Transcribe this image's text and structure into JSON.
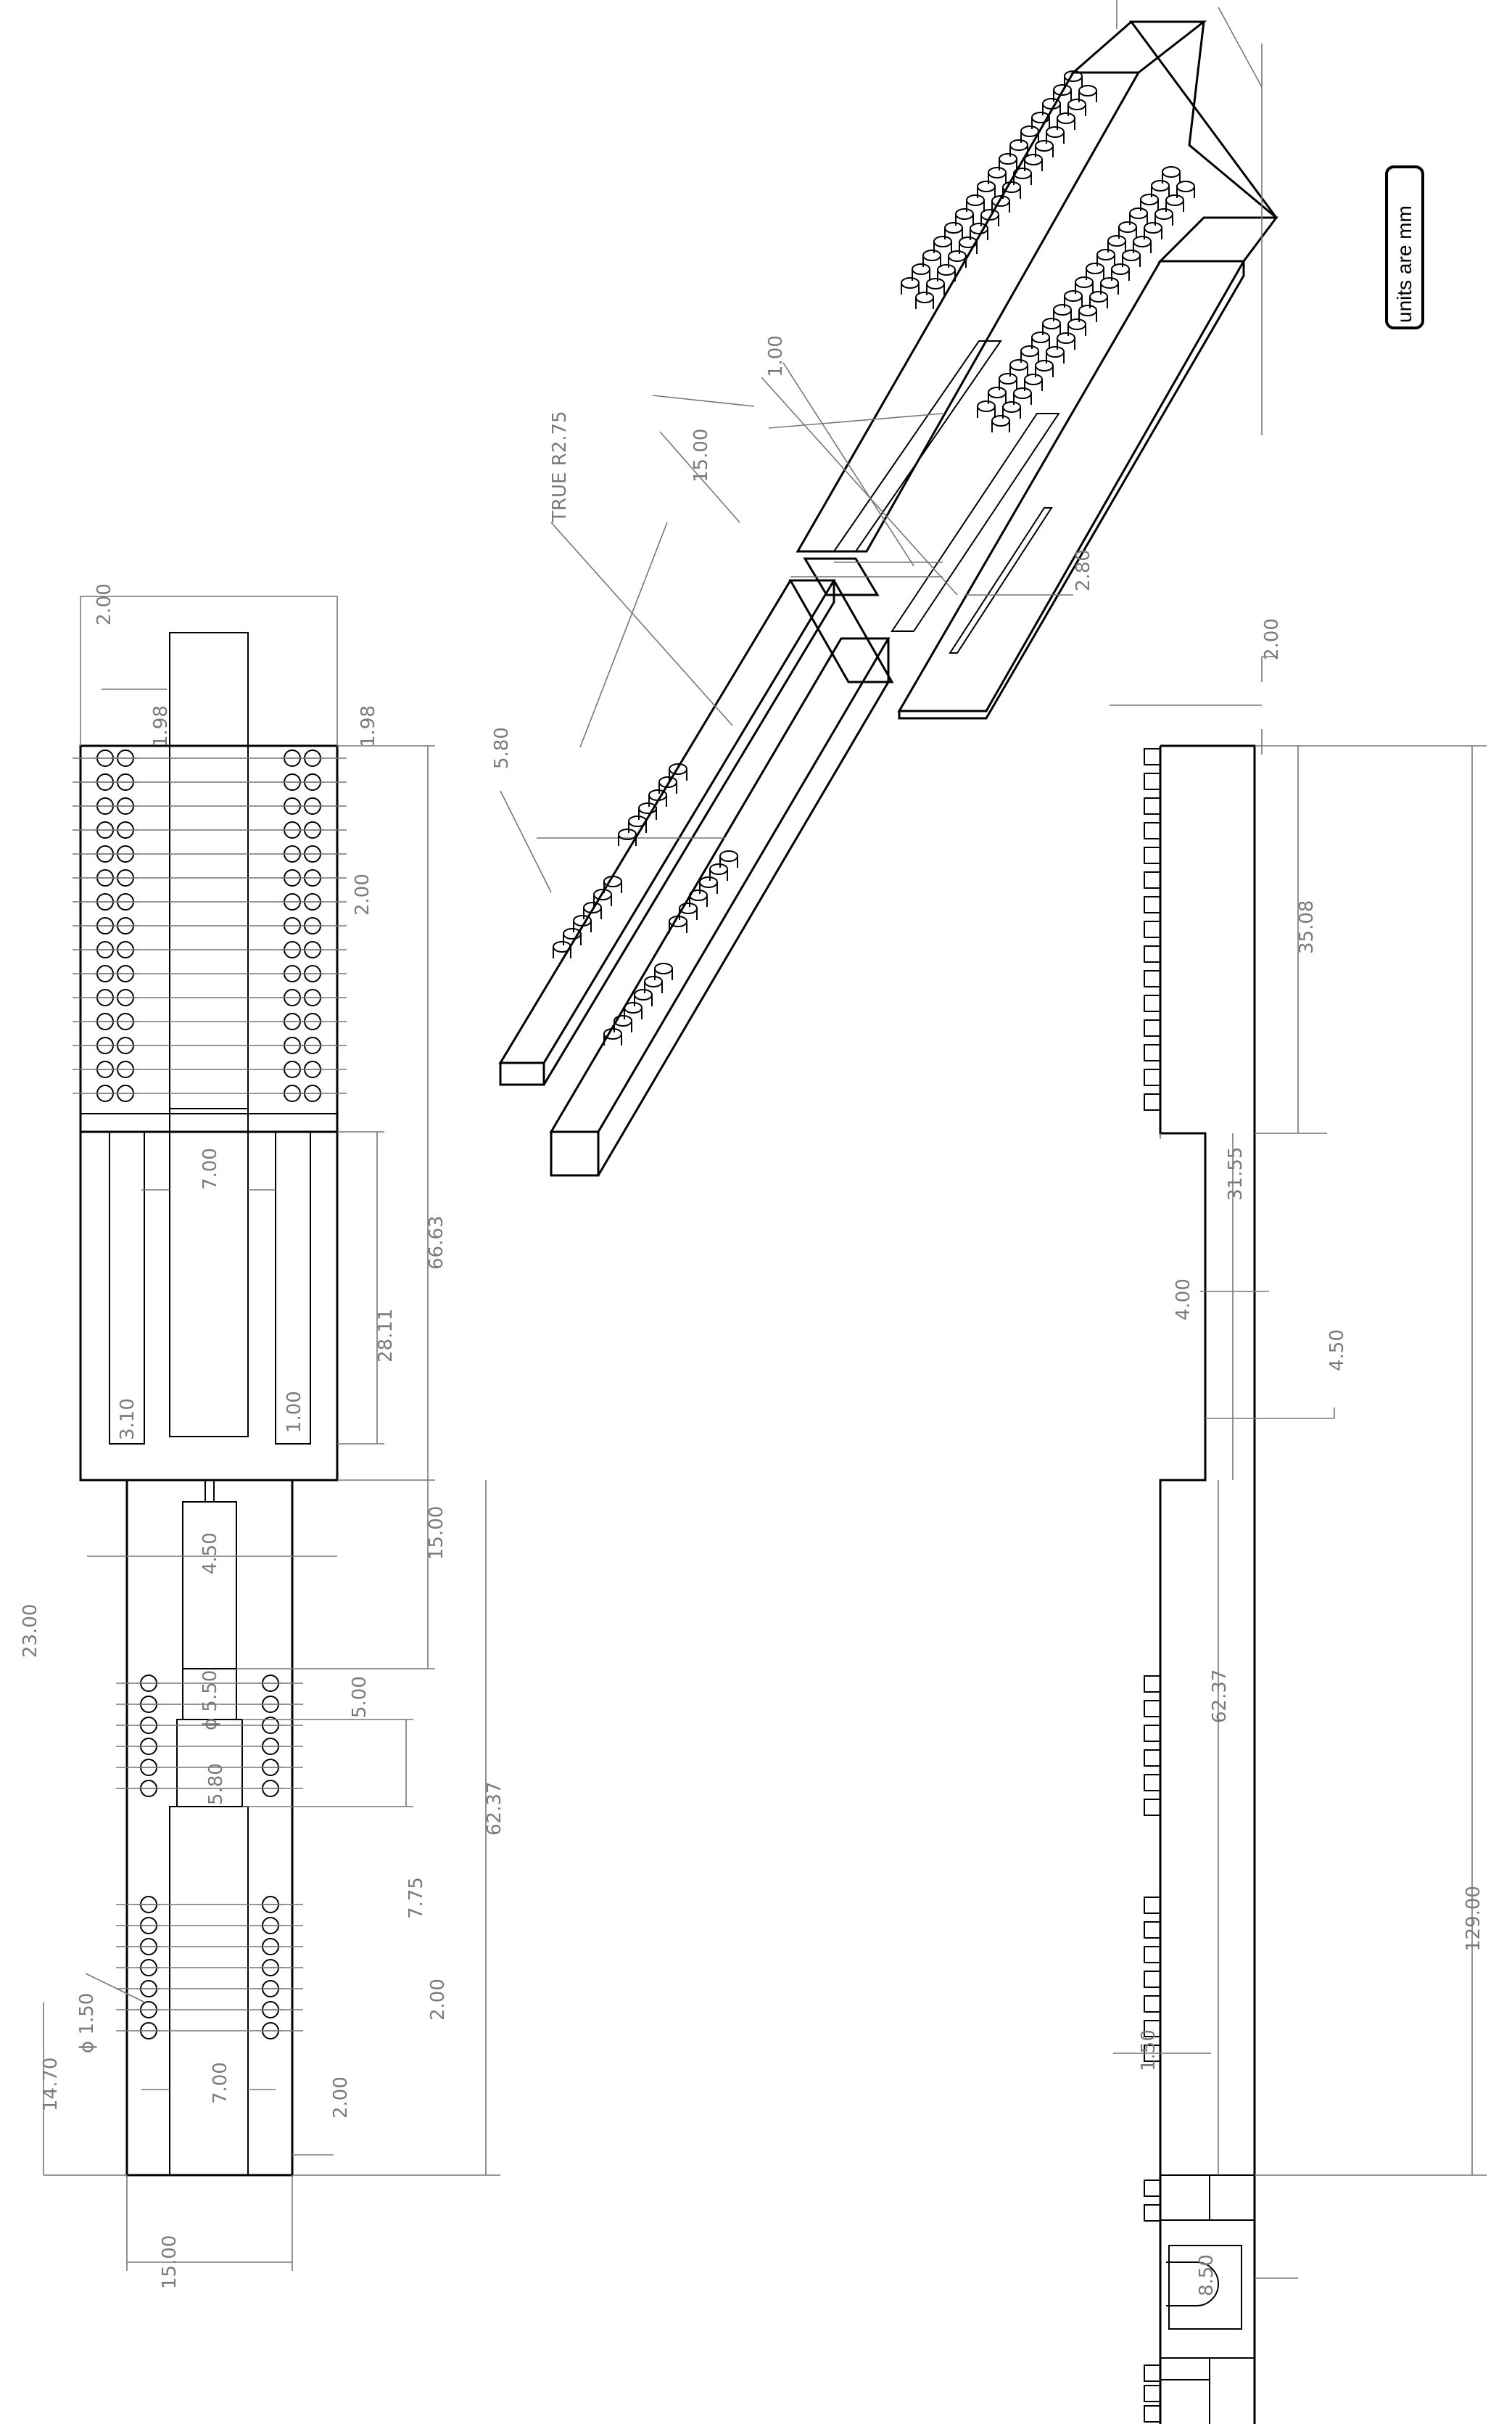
{
  "units_note": "units are mm",
  "dims": {
    "d_2_00_top": "2.00",
    "d_1_98_a": "1.98",
    "d_1_98_b": "1.98",
    "d_2_00_pitch": "2.00",
    "d_66_63": "66.63",
    "d_7_00_upper": "7.00",
    "d_28_11": "28.11",
    "d_3_10": "3.10",
    "d_1_00_slot": "1.00",
    "d_23_00": "23.00",
    "d_4_50_neck": "4.50",
    "d_15_00_left": "15.00",
    "d_dia_5_50": "ϕ 5.50",
    "d_5_00": "5.00",
    "d_5_80_left": "5.80",
    "d_7_75": "7.75",
    "d_62_37_left": "62.37",
    "d_dia_1_50": "ϕ 1.50",
    "d_14_70": "14.70",
    "d_2_00_pin": "2.00",
    "d_7_00_lower": "7.00",
    "d_2_00_wall": "2.00",
    "d_15_00_width": "15.00",
    "iso_true_r": "TRUE R2.75",
    "iso_15_00": "15.00",
    "iso_1_00": "1.00",
    "iso_2_80": "2.80",
    "iso_5_80": "5.80",
    "side_2_00": "2.00",
    "side_35_08": "35.08",
    "side_31_55": "31.55",
    "side_4_00": "4.00",
    "side_4_50": "4.50",
    "side_62_37": "62.37",
    "side_129_00": "129.00",
    "side_1_50": "1.50",
    "side_8_50": "8.50"
  }
}
